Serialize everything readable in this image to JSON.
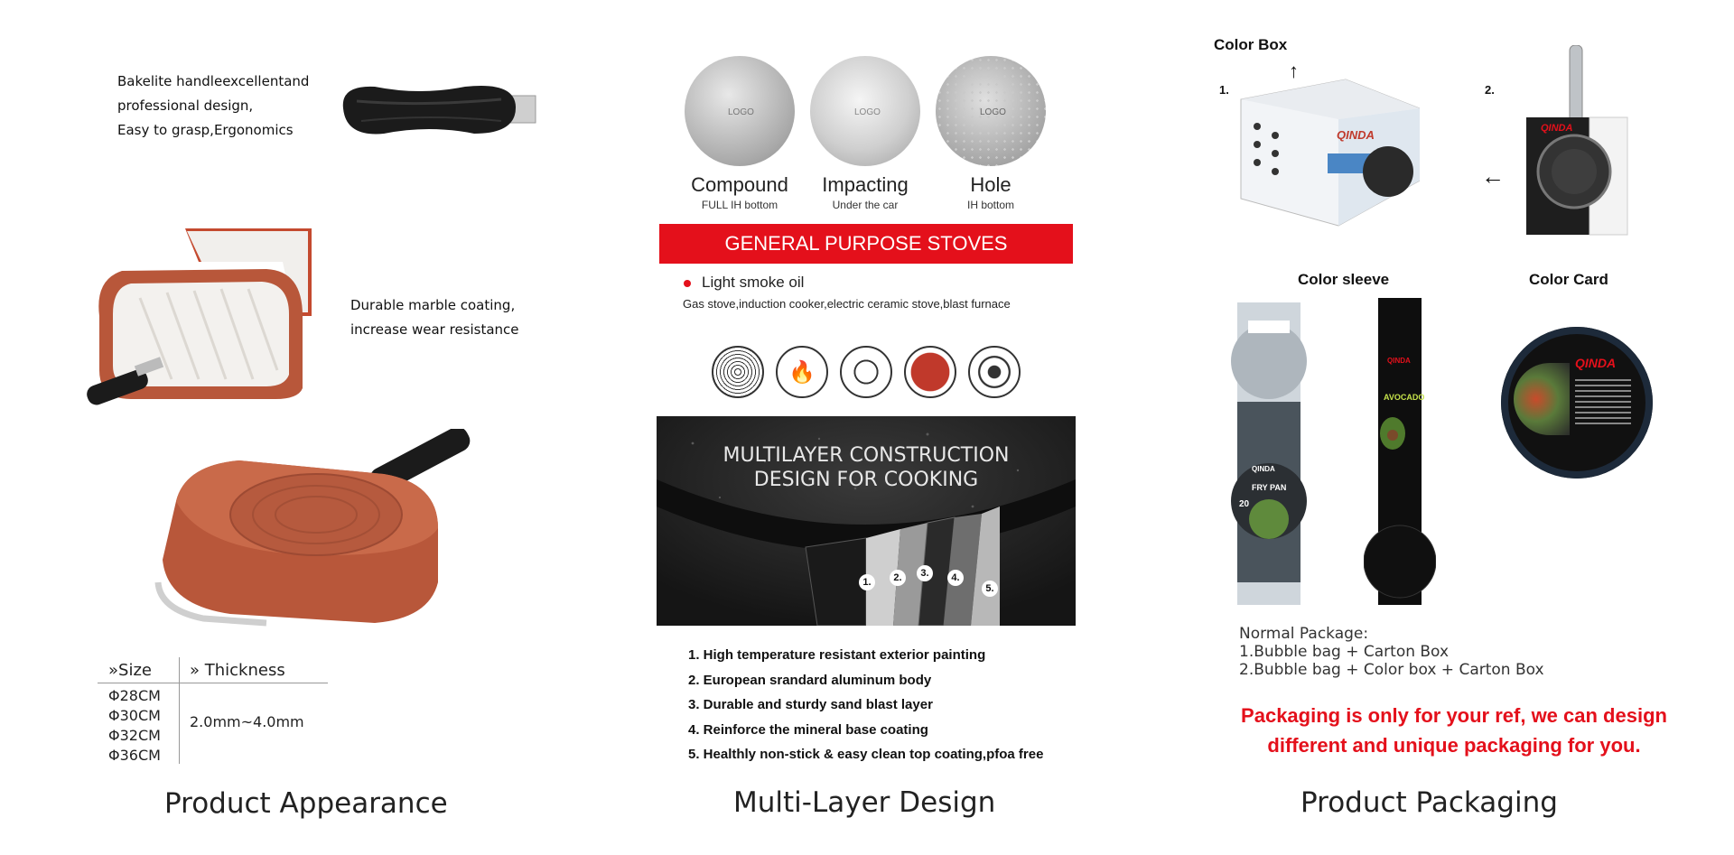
{
  "appearance": {
    "handle_text": [
      "Bakelite handleexcellentand",
      "professional design,",
      "Easy to grasp,Ergonomics"
    ],
    "coating_text": [
      "Durable marble coating,",
      " increase wear resistance"
    ],
    "table": {
      "size_header": "»Size",
      "thickness_header": "» Thickness",
      "sizes": [
        "Φ28CM",
        "Φ30CM",
        "Φ32CM",
        "Φ36CM"
      ],
      "thickness": "2.0mm~4.0mm"
    },
    "caption": "Product Appearance"
  },
  "multilayer": {
    "discs": [
      {
        "label": "Compound",
        "sub": "FULL IH bottom",
        "logo": "LOGO"
      },
      {
        "label": "Impacting",
        "sub": "Under the car",
        "logo": "LOGO"
      },
      {
        "label": "Hole",
        "sub": "IH bottom",
        "logo": "LOGO"
      }
    ],
    "banner": "GENERAL PURPOSE STOVES",
    "bullet": "Light smoke oil",
    "stoves_text": "Gas stove,induction cooker,electric ceramic stove,blast furnace",
    "construction_title": [
      "MULTILAYER CONSTRUCTION",
      "DESIGN FOR COOKING"
    ],
    "layer_numbers": [
      "1.",
      "2.",
      "3.",
      "4.",
      "5."
    ],
    "layers": [
      "1. High temperature resistant exterior painting",
      "2. European srandard aluminum body",
      "3. Durable and sturdy sand blast layer",
      "4. Reinforce the mineral base coating",
      "5. Healthly non-stick & easy clean top coating,pfoa free"
    ],
    "caption": "Multi-Layer Design"
  },
  "packaging": {
    "color_box": "Color Box",
    "num1": "1.",
    "num2": "2.",
    "arrow_up": "↑",
    "arrow_left": "←",
    "color_sleeve": "Color sleeve",
    "color_card": "Color Card",
    "brand": "QINDA",
    "sleeve_labels": {
      "fry_pan": "FRY PAN",
      "avocado": "AVOCADO",
      "size": "20"
    },
    "normal_package": [
      "Normal Package:",
      "1.Bubble bag + Carton Box",
      "2.Bubble bag + Color box + Carton Box"
    ],
    "note": [
      "Packaging is only for your ref, we can design",
      "different and unique packaging for you."
    ],
    "caption": "Product Packaging"
  },
  "colors": {
    "accent_red": "#e4101b",
    "copper": "#b8573a",
    "dark": "#1c1c1c"
  }
}
